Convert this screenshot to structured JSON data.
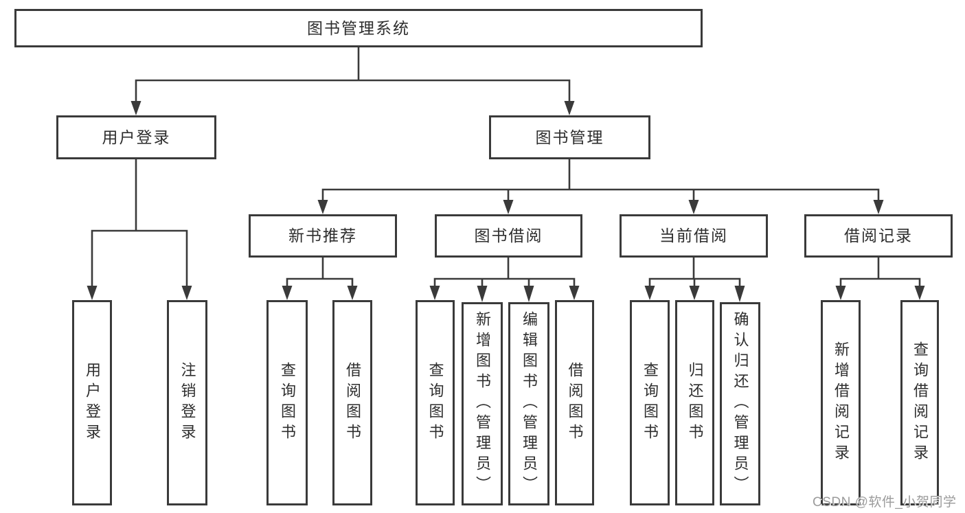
{
  "tree": {
    "label": "图书管理系统",
    "children": [
      {
        "label": "用户登录",
        "children": [
          {
            "label": "用户登录"
          },
          {
            "label": "注销登录"
          }
        ]
      },
      {
        "label": "图书管理",
        "children": [
          {
            "label": "新书推荐",
            "children": [
              {
                "label": "查询图书"
              },
              {
                "label": "借阅图书"
              }
            ]
          },
          {
            "label": "图书借阅",
            "children": [
              {
                "label": "查询图书"
              },
              {
                "label": "新增图书（管理员）"
              },
              {
                "label": "编辑图书（管理员）"
              },
              {
                "label": "借阅图书"
              }
            ]
          },
          {
            "label": "当前借阅",
            "children": [
              {
                "label": "查询图书"
              },
              {
                "label": "归还图书"
              },
              {
                "label": "确认归还（管理员）"
              }
            ]
          },
          {
            "label": "借阅记录",
            "children": [
              {
                "label": "新增借阅记录"
              },
              {
                "label": "查询借阅记录"
              }
            ]
          }
        ]
      }
    ]
  },
  "watermark": {
    "text": "CSDN @软件_小贺同学"
  },
  "colors": {
    "line": "#3a3a3a",
    "box_border": "#3a3a3a",
    "text": "#2e2e2e",
    "watermark": "#9b9b9b",
    "background": "#ffffff"
  }
}
